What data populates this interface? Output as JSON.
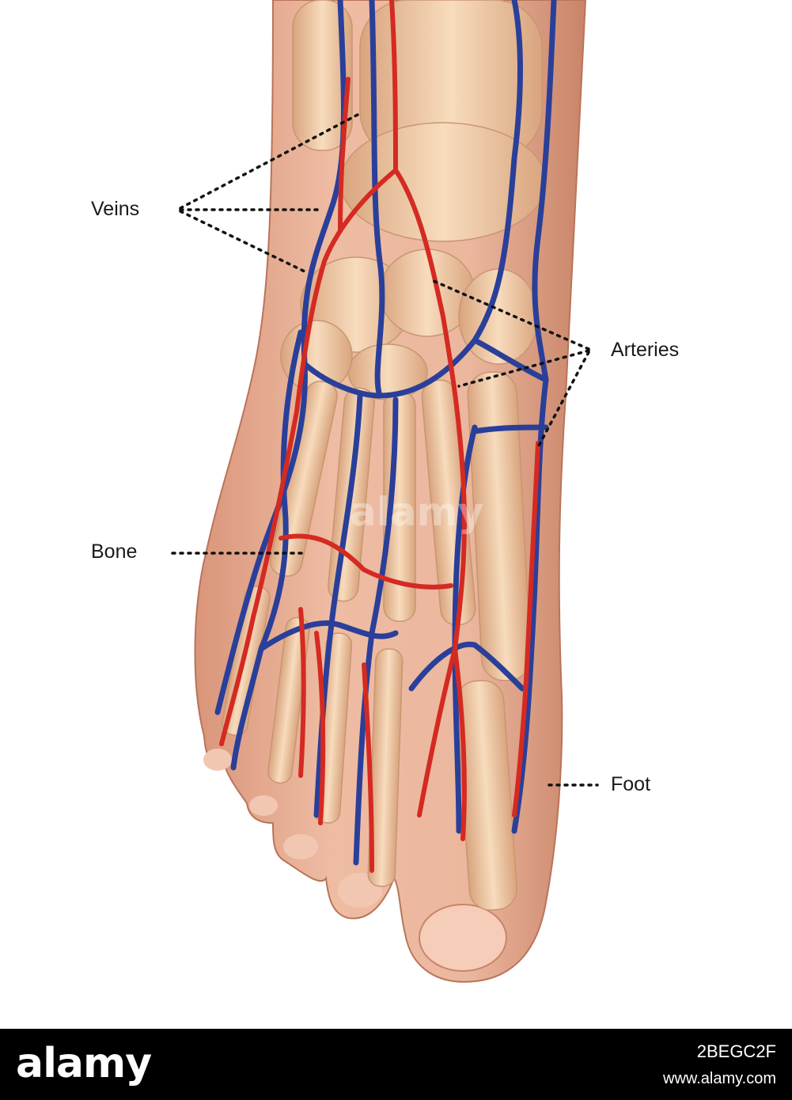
{
  "labels": {
    "veins": "Veins",
    "arteries": "Arteries",
    "bone": "Bone",
    "foot": "Foot"
  },
  "watermark": "alamy",
  "footer": {
    "brand": "alamy",
    "image_id": "2BEGC2F",
    "site": "www.alamy.com"
  },
  "colors": {
    "skin": "#e8b59c",
    "bone": "#f2cfaa",
    "vein": "#2a3f99",
    "artery": "#d42a22",
    "leader": "#111111"
  }
}
